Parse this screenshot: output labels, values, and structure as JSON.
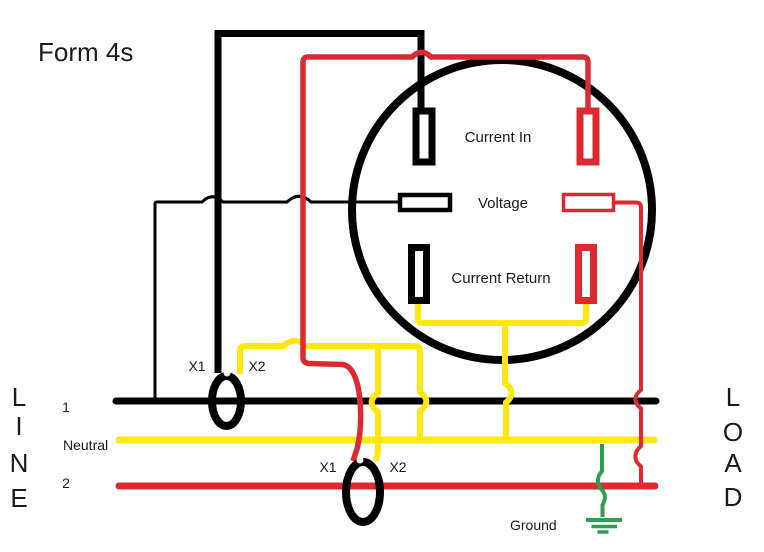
{
  "title": "Form 4s",
  "meter": {
    "current_in": "Current In",
    "voltage": "Voltage",
    "current_return": "Current Return"
  },
  "transformers": {
    "ct1": {
      "x1": "X1",
      "x2": "X2"
    },
    "ct2": {
      "x1": "X1",
      "x2": "X2"
    }
  },
  "conductors": {
    "line1": "1",
    "neutral": "Neutral",
    "line2": "2"
  },
  "ground_label": "Ground",
  "side_labels": {
    "line": [
      "L",
      "I",
      "N",
      "E"
    ],
    "load": [
      "L",
      "O",
      "A",
      "D"
    ]
  },
  "colors": {
    "black": "#000000",
    "red": "#DC2A32",
    "yellow": "#FFE711",
    "green": "#2F9E52",
    "white": "#FFFFFF"
  }
}
